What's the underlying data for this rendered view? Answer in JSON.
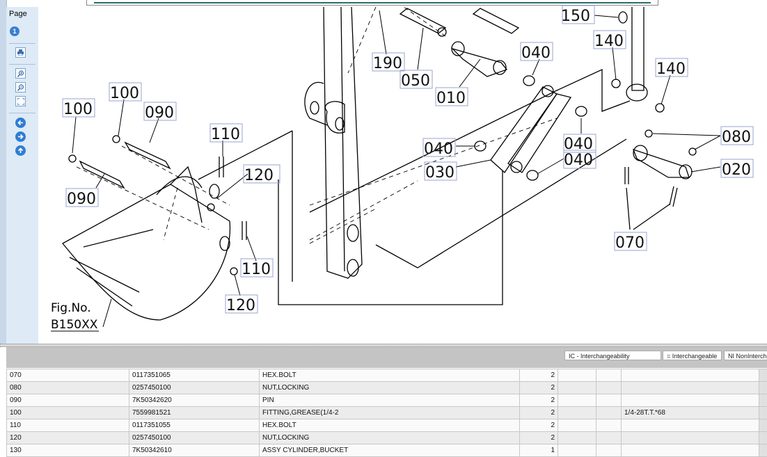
{
  "toolbar": {
    "title": "Page",
    "page_number": "1"
  },
  "drawing": {
    "figure_label": "Fig.No.",
    "figure_number": "B150XX",
    "callouts": [
      "150",
      "140",
      "140",
      "190",
      "050",
      "040",
      "010",
      "100",
      "090",
      "100",
      "110",
      "120",
      "090",
      "040",
      "030",
      "040",
      "040",
      "080",
      "020",
      "070",
      "110",
      "120"
    ]
  },
  "legend": {
    "ic": "IC - Interchangeability",
    "eq": "= Interchangeable",
    "ni": "NI NonInterch"
  },
  "parts": [
    {
      "ref": "070",
      "part_no": "0117351065",
      "desc": "HEX.BOLT",
      "qty": "2",
      "note": ""
    },
    {
      "ref": "080",
      "part_no": "0257450100",
      "desc": "NUT,LOCKING",
      "qty": "2",
      "note": ""
    },
    {
      "ref": "090",
      "part_no": "7K50342620",
      "desc": "PIN",
      "qty": "2",
      "note": ""
    },
    {
      "ref": "100",
      "part_no": "7559981521",
      "desc": "FITTING,GREASE(1/4-2",
      "qty": "2",
      "note": "1/4-28T.T.*68"
    },
    {
      "ref": "110",
      "part_no": "0117351055",
      "desc": "HEX.BOLT",
      "qty": "2",
      "note": ""
    },
    {
      "ref": "120",
      "part_no": "0257450100",
      "desc": "NUT,LOCKING",
      "qty": "2",
      "note": ""
    },
    {
      "ref": "130",
      "part_no": "7K50342610",
      "desc": "ASSY CYLINDER,BUCKET",
      "qty": "1",
      "note": ""
    }
  ]
}
